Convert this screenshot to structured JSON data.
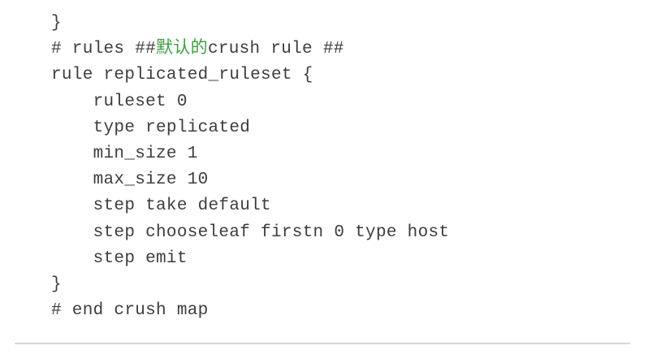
{
  "colors": {
    "background": "#ffffff",
    "code_text": "#3d3d3d",
    "highlight_green": "#3aa33a",
    "divider": "#d5d5d5"
  },
  "code": {
    "language": "crush-map-config",
    "lines": [
      {
        "segments": [
          {
            "text": "}",
            "highlight": false
          }
        ]
      },
      {
        "segments": [
          {
            "text": "# rules ##",
            "highlight": false
          },
          {
            "text": "默认的",
            "highlight": true
          },
          {
            "text": "crush rule ##",
            "highlight": false
          }
        ]
      },
      {
        "segments": [
          {
            "text": "rule replicated_ruleset {",
            "highlight": false
          }
        ]
      },
      {
        "segments": [
          {
            "text": "    ruleset 0",
            "highlight": false
          }
        ]
      },
      {
        "segments": [
          {
            "text": "    type replicated",
            "highlight": false
          }
        ]
      },
      {
        "segments": [
          {
            "text": "    min_size 1",
            "highlight": false
          }
        ]
      },
      {
        "segments": [
          {
            "text": "    max_size 10",
            "highlight": false
          }
        ]
      },
      {
        "segments": [
          {
            "text": "    step take default",
            "highlight": false
          }
        ]
      },
      {
        "segments": [
          {
            "text": "    step chooseleaf firstn 0 type host",
            "highlight": false
          }
        ]
      },
      {
        "segments": [
          {
            "text": "    step emit",
            "highlight": false
          }
        ]
      },
      {
        "segments": [
          {
            "text": "}",
            "highlight": false
          }
        ]
      },
      {
        "segments": [
          {
            "text": "# end crush map",
            "highlight": false
          }
        ]
      }
    ]
  }
}
